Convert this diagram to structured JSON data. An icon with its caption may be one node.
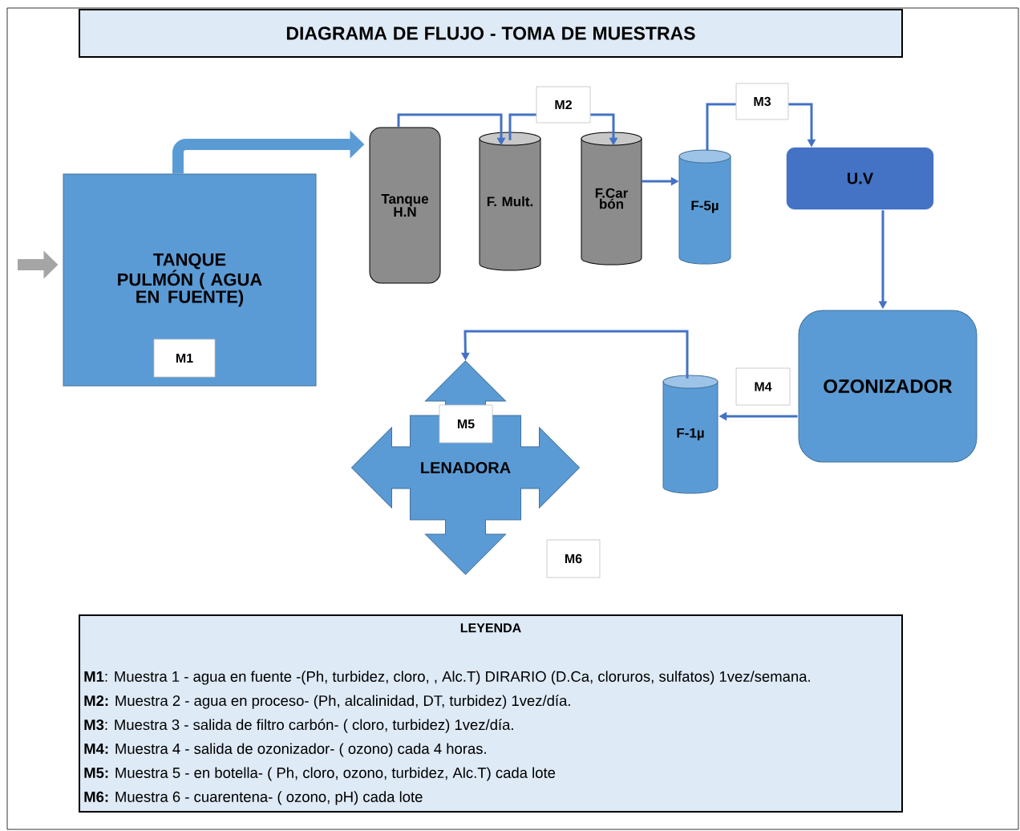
{
  "diagram": {
    "title": "DIAGRAMA DE FLUJO - TOMA DE MUESTRAS",
    "nodes": [
      {
        "text": [
          "TANQUE PULMÓN ( AGUA EN FUENTE)"
        ]
      },
      {
        "text": [
          "M1"
        ],
        "in": 0
      },
      {
        "text": [
          "Tanque H.N"
        ]
      },
      {
        "text": [
          "F. Mult."
        ]
      },
      {
        "text": [
          "M2"
        ]
      },
      {
        "text": [
          "F.Car bón"
        ]
      },
      {
        "text": [
          "F-5µ"
        ]
      },
      {
        "text": [
          "M3"
        ]
      },
      {
        "text": [
          "U.V"
        ]
      },
      {
        "text": [
          "OZONIZADOR"
        ]
      },
      {
        "text": [
          "M4"
        ]
      },
      {
        "text": [
          "F-1µ"
        ]
      },
      {
        "text": [
          "LENADORA"
        ]
      },
      {
        "text": [
          "M5"
        ],
        "in": 12
      },
      {
        "text": [
          "M6"
        ]
      },
      {
        "text": [
          "LEYENDA",
          "**M1**: Muestra 1 - agua en fuente -(Ph, turbidez, cloro, , Alc.T) DIRARIO (D.Ca, cloruros, sulfatos) 1vez/semana.",
          "**M2:** Muestra 2 - agua en proceso- (Ph, alcalinidad, DT, turbidez) 1vez/día.",
          "**M3**: Muestra 3  - salida de filtro carbón- ( cloro, turbidez) 1vez/día.",
          "**M4:** Muestra 4 - salida de ozonizador- ( ozono) cada 4 horas.",
          "**M5:** Muestra 5 - en botella- ( Ph, cloro, ozono, turbidez, Alc.T) cada lote",
          "**M6:** Muestra 6 - cuarentena- ( ozono, pH) cada lote"
        ]
      }
    ],
    "edges": [
      {
        "from": null,
        "to": 0,
        "arrow": "to",
        "style": "thick",
        "color": "#a5a5a5"
      },
      {
        "from": 0,
        "to": 2,
        "arrow": "to",
        "style": "thick",
        "color": "#5b9bd5"
      },
      {
        "from": 2,
        "to": 3,
        "arrow": "to"
      },
      {
        "from": 3,
        "to": 4,
        "arrow": "none"
      },
      {
        "from": 4,
        "to": 5,
        "arrow": "to"
      },
      {
        "from": 5,
        "to": 6,
        "arrow": "to"
      },
      {
        "from": 6,
        "to": 7,
        "arrow": "none"
      },
      {
        "from": 7,
        "to": 8,
        "arrow": "to"
      },
      {
        "from": 8,
        "to": 9,
        "arrow": "to"
      },
      {
        "from": 9,
        "to": 11,
        "arrow": "to"
      },
      {
        "from": 11,
        "to": 12,
        "arrow": "to"
      }
    ]
  }
}
